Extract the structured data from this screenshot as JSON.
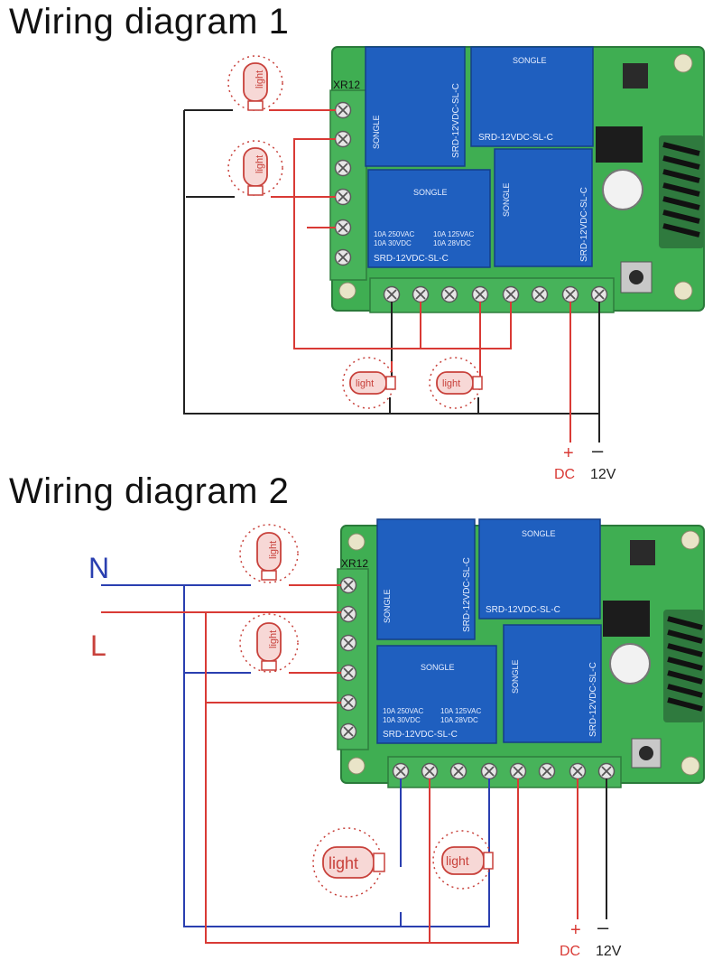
{
  "diagram1": {
    "title": "Wiring diagram 1",
    "lamp_label": "light",
    "board_label": "XR12",
    "plus_sign": "+",
    "minus_sign": "–",
    "dc_label": "DC",
    "volt_label": "12V"
  },
  "diagram2": {
    "title": "Wiring diagram 2",
    "lamp_label": "light",
    "board_label": "XR12",
    "neutral_label": "N",
    "line_label": "L",
    "plus_sign": "+",
    "minus_sign": "–",
    "dc_label": "DC",
    "volt_label": "12V"
  },
  "relay": {
    "brand": "SONGLE",
    "model": "SRD-12VDC-SL-C",
    "rating_1": "10A 250VAC",
    "rating_2": "10A 30VDC",
    "rating_3": "10A 125VAC",
    "rating_4": "10A 28VDC"
  },
  "colors": {
    "board_green": "#3fae52",
    "relay_blue": "#1f5fbf",
    "terminal_green": "#47b35a",
    "wire_red": "#d93a35",
    "wire_black": "#222222",
    "wire_blue": "#2a3fb0",
    "lamp_red": "#c8413b"
  }
}
